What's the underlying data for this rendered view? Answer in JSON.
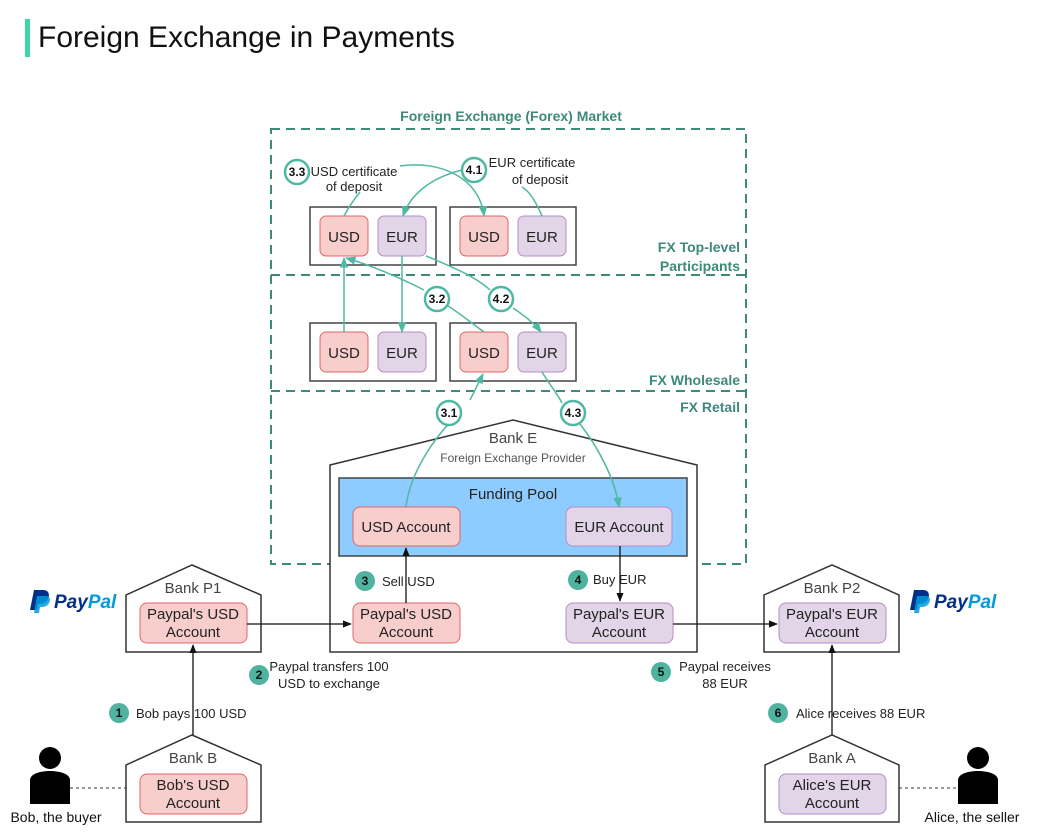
{
  "title": "Foreign Exchange in Payments",
  "colors": {
    "accent": "#3dd6a8",
    "teal": "#4fb8a2",
    "teal_label": "#3d8a7a",
    "usd_fill": "#f8cecc",
    "usd_stroke": "#e06666",
    "eur_fill": "#e1d5e7",
    "eur_stroke": "#b58cc7",
    "pool_fill": "#8ecbff",
    "badge_fill": "#4fb3a0"
  },
  "forex_market": {
    "title": "Foreign Exchange (Forex) Market",
    "tiers": {
      "top_level": [
        "FX Top-level",
        "Participants"
      ],
      "wholesale": "FX Wholesale",
      "retail": "FX Retail"
    },
    "top_left": {
      "usd": "USD",
      "eur": "EUR"
    },
    "top_right": {
      "usd": "USD",
      "eur": "EUR"
    },
    "wholesale_left": {
      "usd": "USD",
      "eur": "EUR"
    },
    "wholesale_right": {
      "usd": "USD",
      "eur": "EUR"
    },
    "cert_usd": {
      "badge": "3.3",
      "line1": "USD certificate",
      "line2": "of deposit"
    },
    "cert_eur": {
      "badge": "4.1",
      "line1": "EUR certificate",
      "line2": "of deposit"
    },
    "badges": {
      "b32": "3.2",
      "b42": "4.2",
      "b31": "3.1",
      "b43": "4.3"
    }
  },
  "bank_e": {
    "name": "Bank E",
    "subtitle": "Foreign Exchange Provider",
    "pool_title": "Funding Pool",
    "usd_account": "USD Account",
    "eur_account": "EUR Account",
    "paypal_usd": [
      "Paypal's USD",
      "Account"
    ],
    "paypal_eur": [
      "Paypal's EUR",
      "Account"
    ]
  },
  "bank_p1": {
    "name": "Bank P1",
    "account": [
      "Paypal's USD",
      "Account"
    ]
  },
  "bank_p2": {
    "name": "Bank P2",
    "account": [
      "Paypal's EUR",
      "Account"
    ]
  },
  "bank_b": {
    "name": "Bank B",
    "account": [
      "Bob's USD",
      "Account"
    ]
  },
  "bank_a": {
    "name": "Bank A",
    "account": [
      "Alice's EUR",
      "Account"
    ]
  },
  "paypal_logo": {
    "part1": "Pay",
    "part2": "Pal"
  },
  "people": {
    "buyer": "Bob, the buyer",
    "seller": "Alice, the seller"
  },
  "steps": [
    {
      "num": "1",
      "lines": [
        "Bob pays 100 USD"
      ]
    },
    {
      "num": "2",
      "lines": [
        "Paypal transfers 100",
        "USD to exchange"
      ]
    },
    {
      "num": "3",
      "lines": [
        "Sell USD"
      ]
    },
    {
      "num": "4",
      "lines": [
        "Buy EUR"
      ]
    },
    {
      "num": "5",
      "lines": [
        "Paypal receives",
        "88 EUR"
      ]
    },
    {
      "num": "6",
      "lines": [
        "Alice receives 88 EUR"
      ]
    }
  ]
}
